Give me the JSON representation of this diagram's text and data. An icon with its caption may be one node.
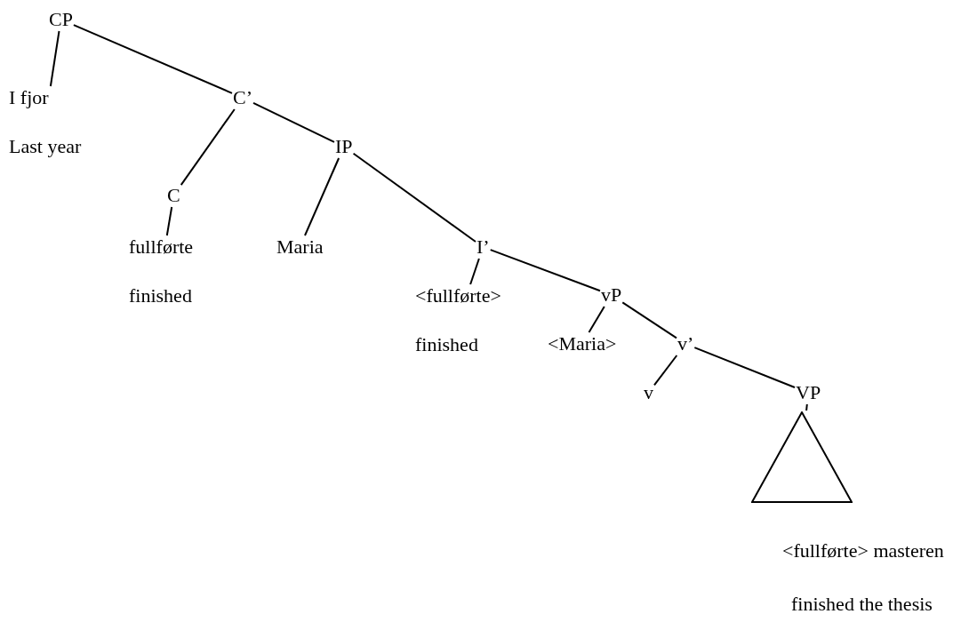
{
  "diagram": {
    "nodes": [
      {
        "text": [
          "CP"
        ]
      },
      {
        "text": [
          "I fjor",
          "Last year"
        ]
      },
      {
        "text": [
          "C’"
        ]
      },
      {
        "text": [
          "C"
        ]
      },
      {
        "text": [
          "fullførte",
          "finished"
        ]
      },
      {
        "text": [
          "IP"
        ]
      },
      {
        "text": [
          "Maria"
        ]
      },
      {
        "text": [
          "I’"
        ]
      },
      {
        "text": [
          "<fullførte>",
          "finished"
        ]
      },
      {
        "text": [
          "vP"
        ]
      },
      {
        "text": [
          "<Maria>"
        ]
      },
      {
        "text": [
          "v’"
        ]
      },
      {
        "text": [
          "v"
        ]
      },
      {
        "text": [
          "VP"
        ]
      },
      {
        "text": [],
        "shape": "triangle",
        "beside": [
          "<fullførte> masteren",
          "finished the thesis"
        ]
      }
    ],
    "edges": [
      {
        "from": 0,
        "to": 1,
        "arrow": "none"
      },
      {
        "from": 0,
        "to": 2,
        "arrow": "none"
      },
      {
        "from": 2,
        "to": 3,
        "arrow": "none"
      },
      {
        "from": 3,
        "to": 4,
        "arrow": "none"
      },
      {
        "from": 2,
        "to": 5,
        "arrow": "none"
      },
      {
        "from": 5,
        "to": 6,
        "arrow": "none"
      },
      {
        "from": 5,
        "to": 7,
        "arrow": "none"
      },
      {
        "from": 7,
        "to": 8,
        "arrow": "none"
      },
      {
        "from": 7,
        "to": 9,
        "arrow": "none"
      },
      {
        "from": 9,
        "to": 10,
        "arrow": "none"
      },
      {
        "from": 9,
        "to": 11,
        "arrow": "none"
      },
      {
        "from": 11,
        "to": 12,
        "arrow": "none"
      },
      {
        "from": 11,
        "to": 13,
        "arrow": "none"
      },
      {
        "from": 13,
        "to": 14,
        "arrow": "none"
      }
    ]
  }
}
